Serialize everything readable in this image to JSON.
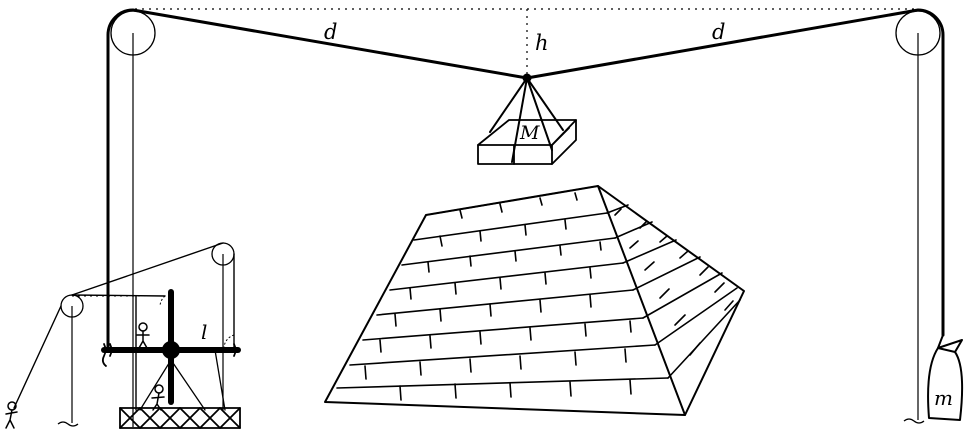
{
  "labels": {
    "d_left": "d",
    "h": "h",
    "d_right": "d",
    "M": "M",
    "l": "l",
    "m": "m"
  },
  "colors": {
    "ink": "#000000",
    "background": "#ffffff"
  }
}
